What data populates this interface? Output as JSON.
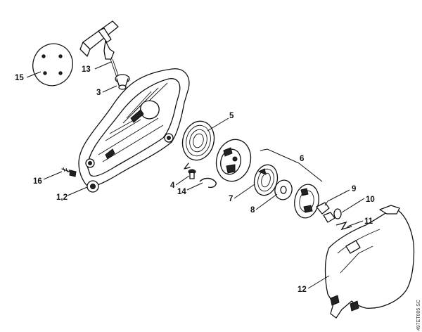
{
  "callouts": {
    "c15": "15",
    "c13": "13",
    "c3": "3",
    "c5": "5",
    "c6": "6",
    "c16": "16",
    "c4": "4",
    "c14": "14",
    "c12a": "1,2",
    "c7": "7",
    "c8": "8",
    "c9": "9",
    "c10": "10",
    "c11": "11",
    "c12": "12"
  },
  "drawing_code": "497ET005 SC"
}
